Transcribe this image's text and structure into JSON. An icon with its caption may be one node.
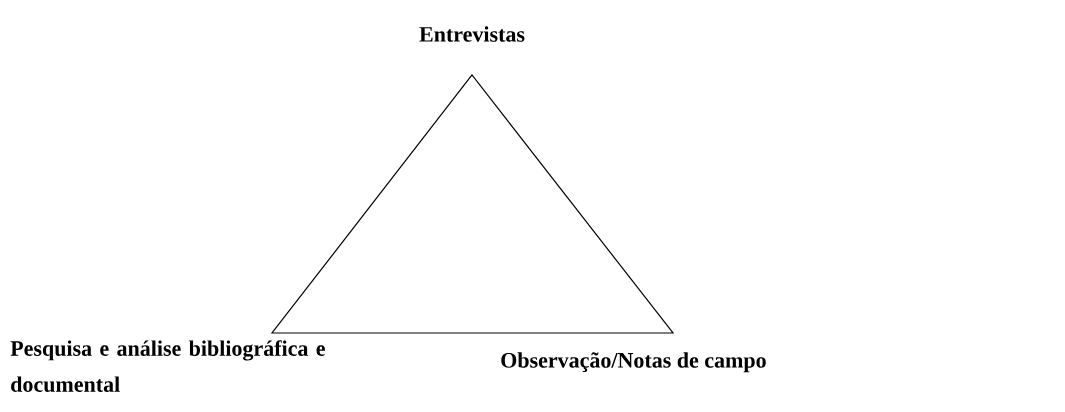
{
  "diagram": {
    "nodes": [
      {
        "text": [],
        "shape": "triangle"
      }
    ],
    "labels": [
      "Entrevistas",
      "Pesquisa e análise bibliográfica e documental",
      "Observação/Notas de campo"
    ]
  }
}
